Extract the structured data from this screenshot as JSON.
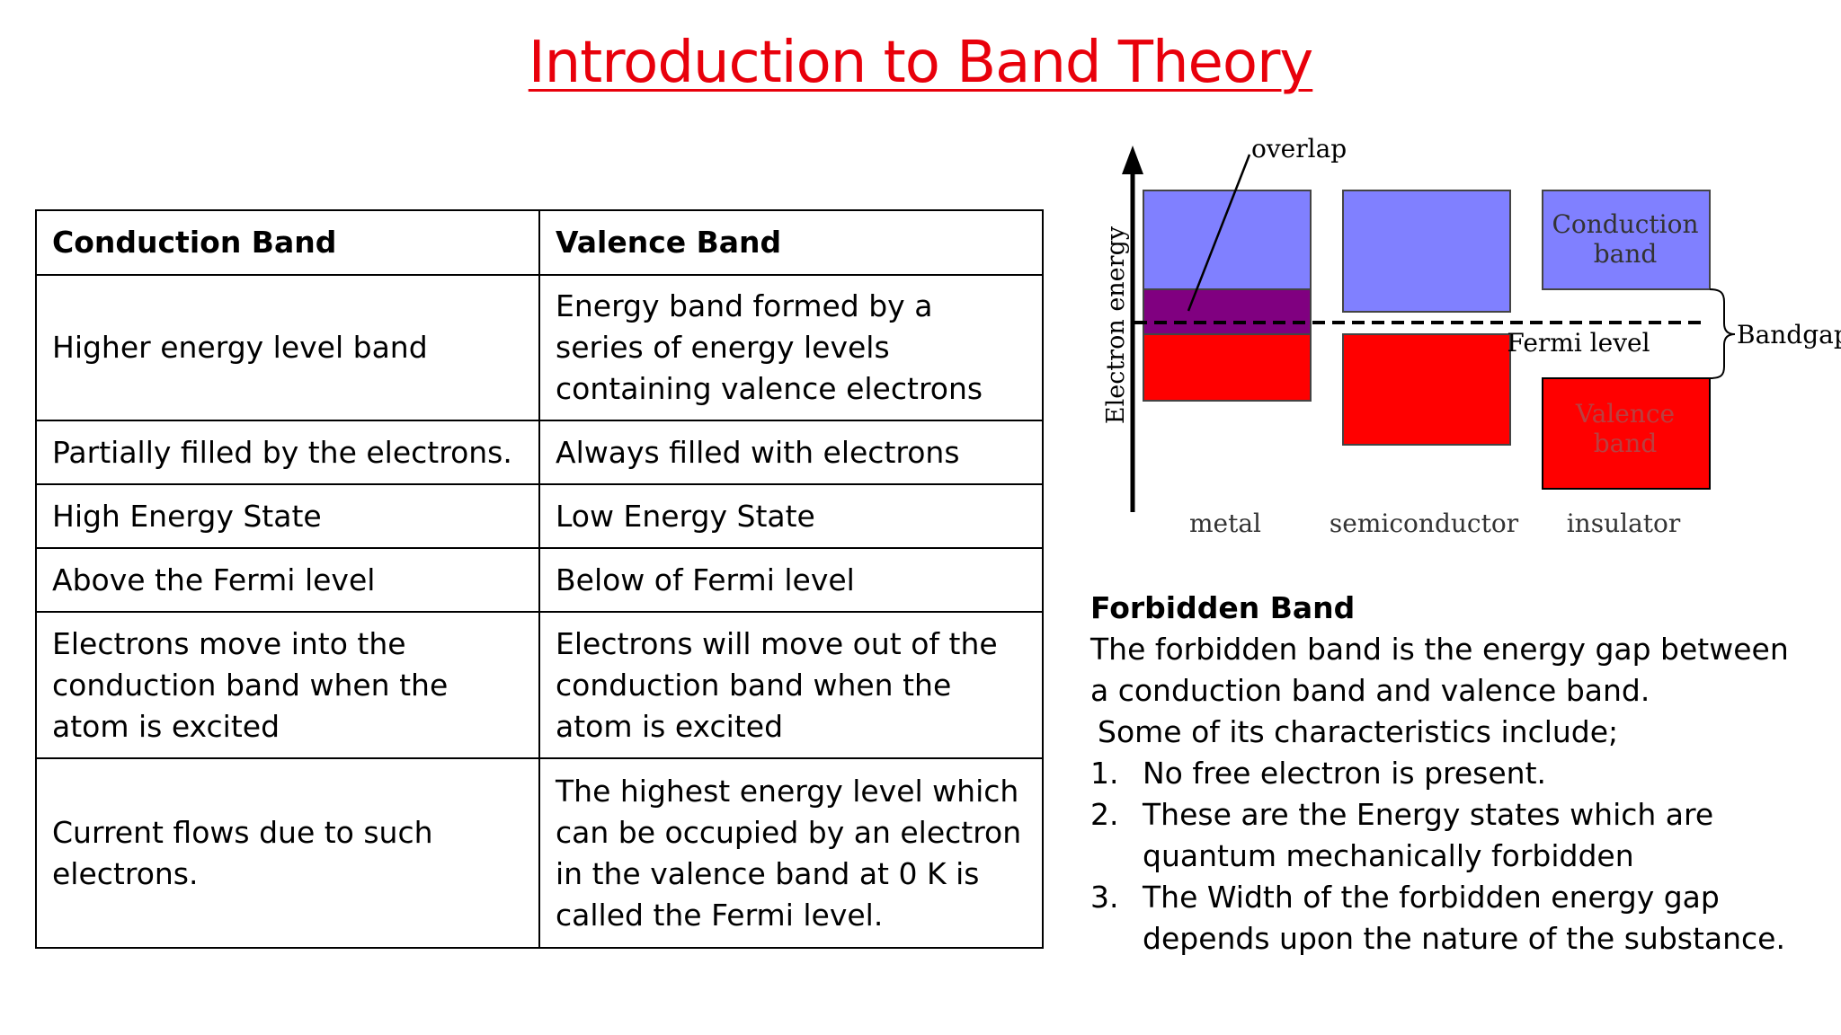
{
  "title": "Introduction to Band Theory",
  "table": {
    "headers": [
      "Conduction Band",
      "Valence Band"
    ],
    "rows": [
      [
        "Higher energy level band",
        "Energy band formed by a series of energy levels containing valence electrons"
      ],
      [
        "Partially filled by the electrons.",
        "Always filled with electrons"
      ],
      [
        "High Energy State",
        "Low Energy State"
      ],
      [
        "Above the Fermi level",
        "Below of Fermi level"
      ],
      [
        "Electrons move into the conduction band when the atom is excited",
        "Electrons will move out of the conduction band when the atom is excited"
      ],
      [
        "Current flows due to such electrons.",
        "The highest energy level which can be occupied by an electron in the valence band at 0 K is called the Fermi level."
      ]
    ]
  },
  "diagram": {
    "y_axis_label": "Electron energy",
    "overlap_label": "overlap",
    "fermi_label": "Fermi level",
    "bandgap_label": "Bandgap",
    "conduction_label_line1": "Conduction",
    "conduction_label_line2": "band",
    "valence_label_line1": "Valence",
    "valence_label_line2": "band",
    "categories": [
      "metal",
      "semiconductor",
      "insulator"
    ],
    "colors": {
      "conduction": "#8080ff",
      "valence": "#ff0000",
      "overlap": "#800080",
      "valence_text": "#b84040",
      "band_text": "#333333"
    }
  },
  "forbidden": {
    "title": "Forbidden Band",
    "intro_1": "The forbidden band is the energy gap between",
    "intro_2": "a conduction band and valence band.",
    "intro_3": "Some of its characteristics include;",
    "items": [
      {
        "num": "1.",
        "lines": [
          "No free electron is present."
        ]
      },
      {
        "num": "2.",
        "lines": [
          "These are the Energy states which are",
          "quantum mechanically forbidden"
        ]
      },
      {
        "num": "3.",
        "lines": [
          "The Width of the forbidden energy gap",
          "depends upon the nature of the substance."
        ]
      }
    ]
  },
  "colors": {
    "title": "#e8000b"
  }
}
